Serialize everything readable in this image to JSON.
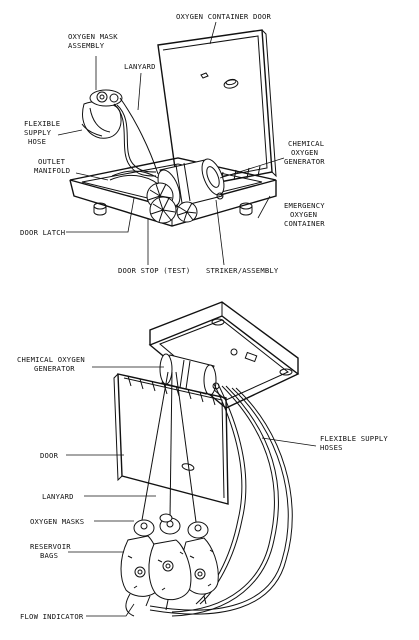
{
  "top_figure": {
    "labels": {
      "oxygen_container_door": "OXYGEN CONTAINER DOOR",
      "oxygen_mask_assembly": [
        "OXYGEN MASK",
        "ASSEMBLY"
      ],
      "lanyard": "LANYARD",
      "flexible_supply_hose": [
        "FLEXIBLE",
        "SUPPLY",
        "HOSE"
      ],
      "outlet_manifold": [
        "OUTLET",
        "MANIFOLD"
      ],
      "chemical_oxygen_generator": [
        "CHEMICAL",
        "OXYGEN",
        "GENERATOR"
      ],
      "emergency_oxygen_container": [
        "EMERGENCY",
        "OXYGEN",
        "CONTAINER"
      ],
      "door_latch": "DOOR LATCH",
      "door_stop_test": "DOOR STOP (TEST)",
      "striker_assembly": "STRIKER/ASSEMBLY"
    }
  },
  "bottom_figure": {
    "labels": {
      "chemical_oxygen_generator": [
        "CHEMICAL OXYGEN",
        "GENERATOR"
      ],
      "flexible_supply_hoses": [
        "FLEXIBLE SUPPLY",
        "HOSES"
      ],
      "door": "DOOR",
      "lanyard": "LANYARD",
      "oxygen_masks": "OXYGEN MASKS",
      "reservoir_bags": [
        "RESERVOIR",
        "BAGS"
      ],
      "flow_indicator": "FLOW INDICATOR"
    }
  }
}
